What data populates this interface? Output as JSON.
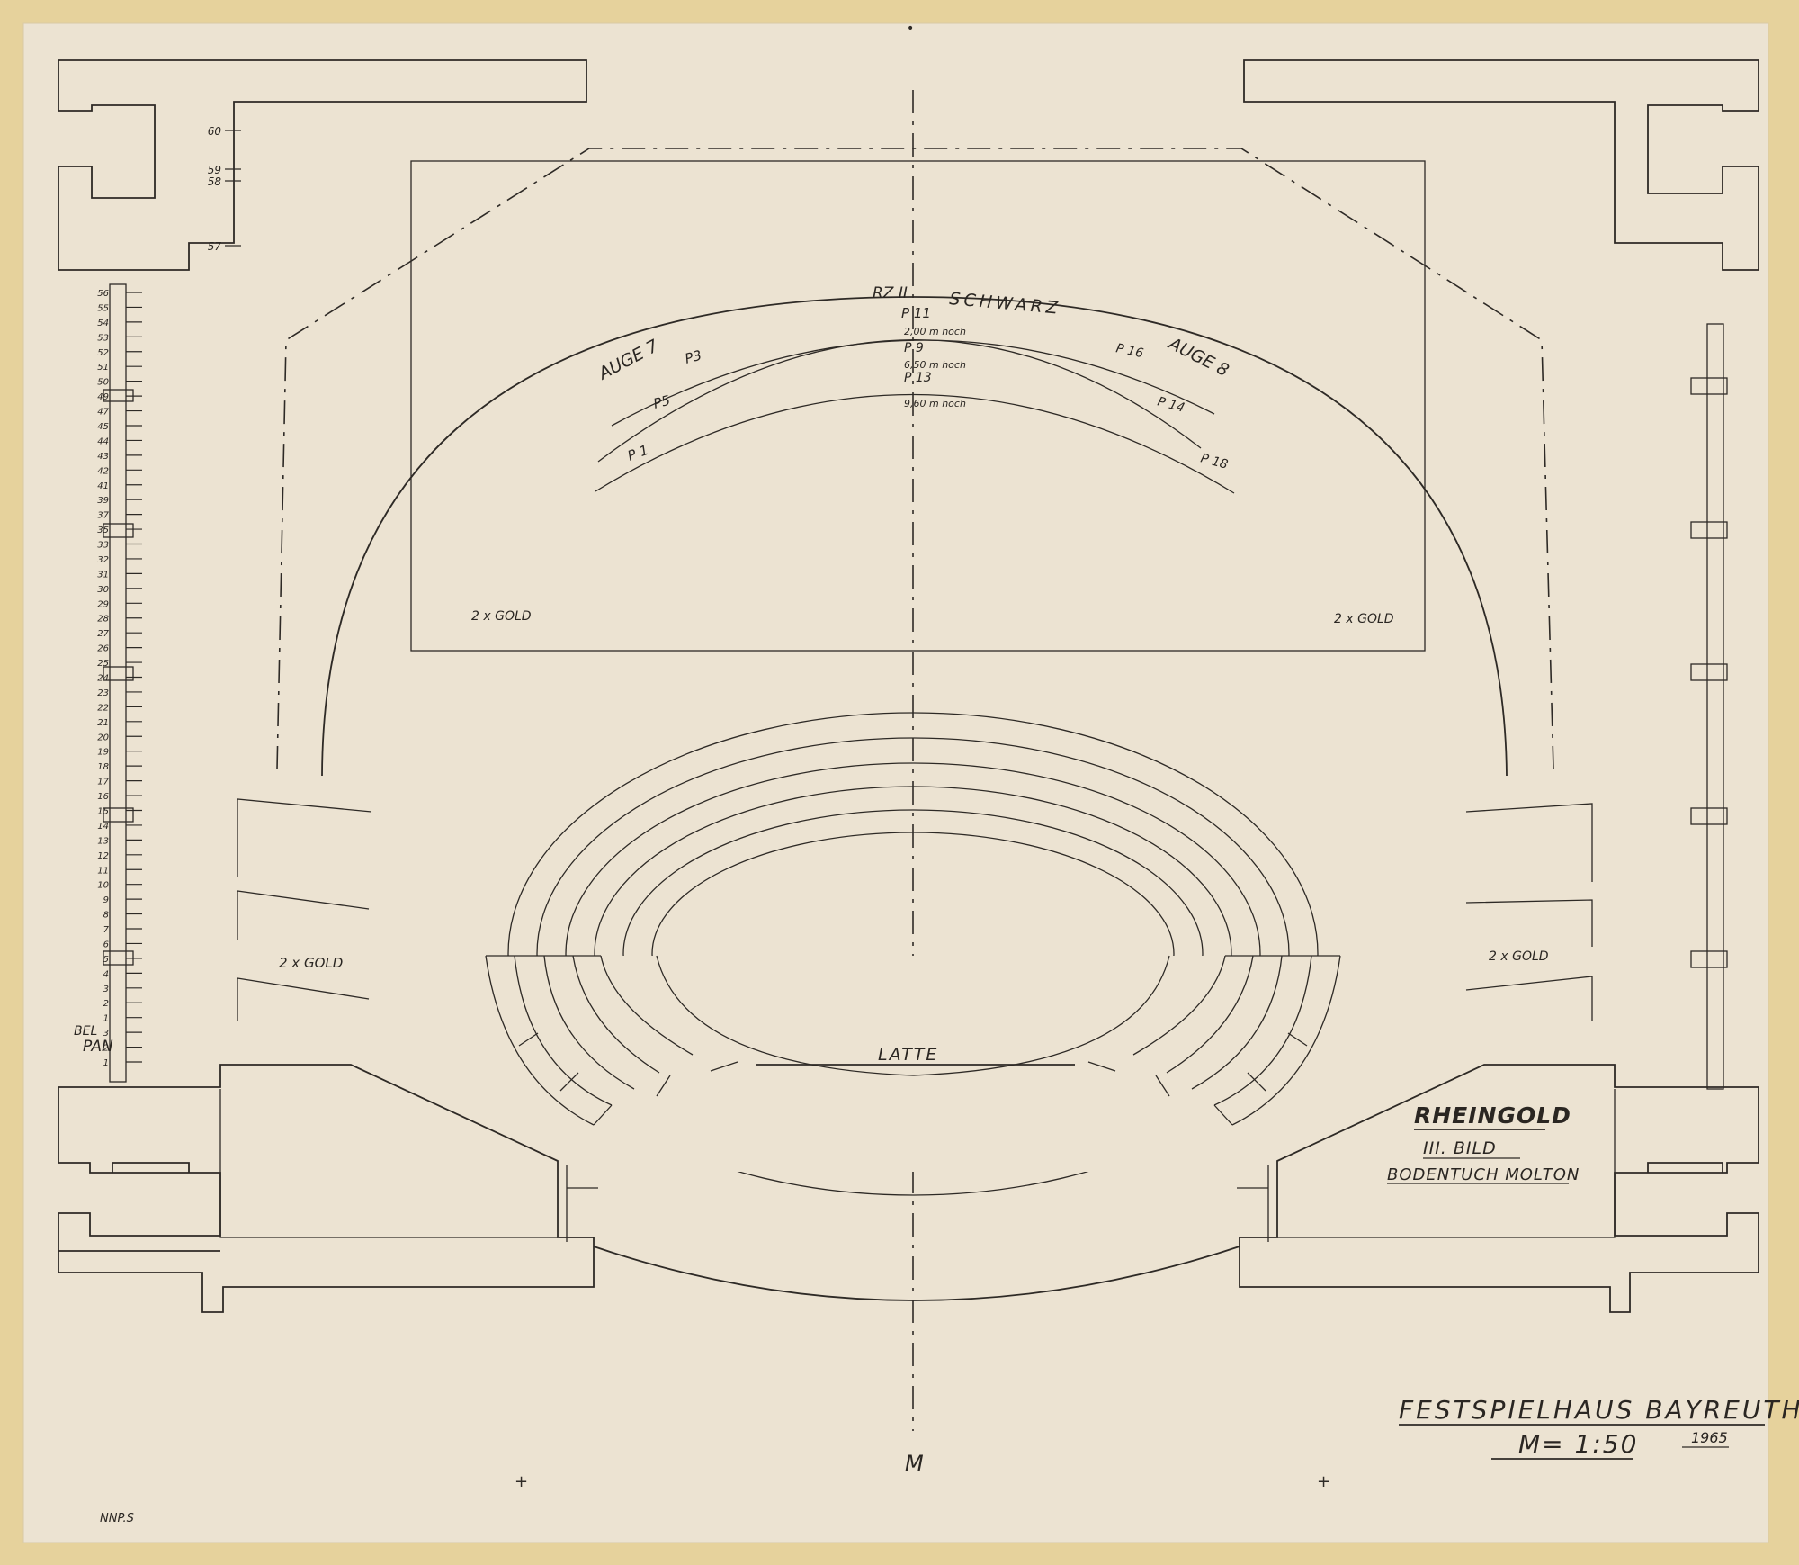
{
  "drawing": {
    "colors": {
      "paper": "#efe6d6",
      "border": "#e3cd93",
      "ink": "#2e2a26"
    },
    "labels": {
      "rz": "RZ II",
      "schwarz": "SCHWARZ",
      "auge7": "AUGE 7",
      "auge8": "AUGE 8",
      "p11": "P 11",
      "h1": "2,00 m hoch",
      "p9": "P 9",
      "h2": "6,50 m hoch",
      "p13": "P 13",
      "h3": "9,60 m hoch",
      "p3": "P3",
      "p5": "P5",
      "p1": "P 1",
      "p16": "P 16",
      "p14": "P 14",
      "p18": "P 18",
      "gold_ul": "2 x GOLD",
      "gold_ur": "2 x GOLD",
      "gold_ll": "2 x GOLD",
      "gold_lr": "2 x GOLD",
      "latte": "LATTE",
      "rheingold": "RHEINGOLD",
      "bild": "III. BILD",
      "bodentuch": "BODENTUCH MOLTON",
      "festspielhaus": "FESTSPIELHAUS BAYREUTH",
      "scale": "M= 1:50",
      "year": "1965",
      "axis_m": "M",
      "bel": "BEL",
      "pan": "PAN",
      "corner_mark": "NNP.S"
    },
    "top_ticks": [
      "60",
      "59",
      "58",
      "57"
    ],
    "ladder_ticks": [
      "56",
      "55",
      "54",
      "53",
      "52",
      "51",
      "50",
      "49",
      "47",
      "45",
      "44",
      "43",
      "42",
      "41",
      "39",
      "37",
      "35",
      "33",
      "32",
      "31",
      "30",
      "29",
      "28",
      "27",
      "26",
      "25",
      "24",
      "23",
      "22",
      "21",
      "20",
      "19",
      "18",
      "17",
      "16",
      "15",
      "14",
      "13",
      "12",
      "11",
      "10",
      "9",
      "8",
      "7",
      "6",
      "5",
      "4",
      "3",
      "2",
      "1",
      "3",
      "2",
      "1"
    ]
  }
}
